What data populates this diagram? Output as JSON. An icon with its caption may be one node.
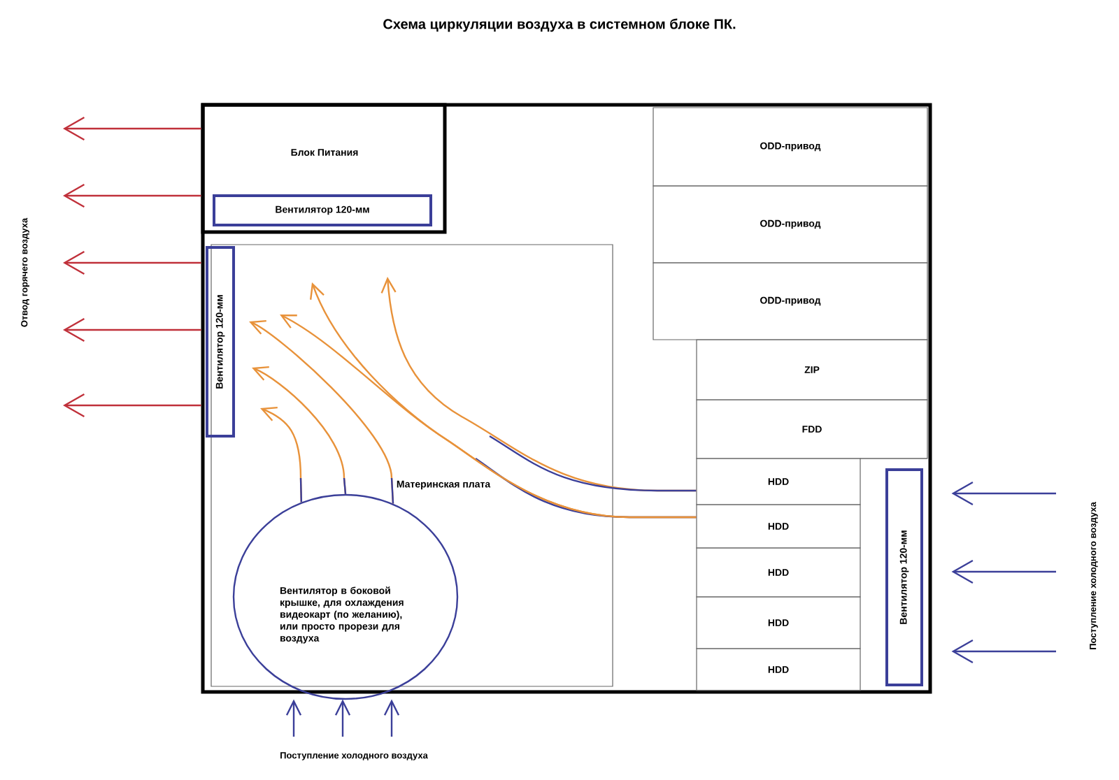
{
  "diagram": {
    "title": "Схема циркуляции воздуха в системном блоке ПК.",
    "nodes": [
      {
        "text": [],
        "shape": "box"
      },
      {
        "text": [
          "Блок Питания"
        ],
        "in": 0
      },
      {
        "text": [
          "Вентилятор 120-мм"
        ],
        "in": 1
      },
      {
        "text": [
          "Материнская плата"
        ],
        "in": 0
      },
      {
        "text": [
          "Вентилятор 120-мм"
        ],
        "in": 0
      },
      {
        "text": [
          "ODD-привод"
        ],
        "in": 0
      },
      {
        "text": [
          "ODD-привод"
        ],
        "in": 0
      },
      {
        "text": [
          "ODD-привод"
        ],
        "in": 0
      },
      {
        "text": [
          "ZIP"
        ],
        "in": 0
      },
      {
        "text": [
          "FDD"
        ],
        "in": 0
      },
      {
        "text": [
          "HDD"
        ],
        "in": 0
      },
      {
        "text": [
          "HDD"
        ],
        "in": 0
      },
      {
        "text": [
          "HDD"
        ],
        "in": 0
      },
      {
        "text": [
          "HDD"
        ],
        "in": 0
      },
      {
        "text": [
          "HDD"
        ],
        "in": 0
      },
      {
        "text": [
          "Вентилятор 120-мм"
        ],
        "in": 0
      },
      {
        "text": [
          "Вентилятор в боковой крышке, для охлаждения видеокарт (по желанию), или просто прорези для воздуха"
        ],
        "in": 3
      }
    ],
    "edges": [
      {
        "from": 0,
        "to": null,
        "arrow": "to",
        "color": "#c0303a"
      },
      {
        "from": 0,
        "to": null,
        "arrow": "to",
        "color": "#c0303a"
      },
      {
        "from": 0,
        "to": null,
        "arrow": "to",
        "color": "#c0303a"
      },
      {
        "from": 0,
        "to": null,
        "arrow": "to",
        "color": "#c0303a"
      },
      {
        "from": 0,
        "to": null,
        "arrow": "to",
        "color": "#c0303a"
      },
      {
        "from": null,
        "to": 0,
        "arrow": "to",
        "color": "#3b3f99"
      },
      {
        "from": null,
        "to": 0,
        "arrow": "to",
        "color": "#3b3f99"
      },
      {
        "from": null,
        "to": 0,
        "arrow": "to",
        "color": "#3b3f99"
      },
      {
        "from": null,
        "to": 0,
        "arrow": "to",
        "color": "#3b3f99"
      },
      {
        "from": null,
        "to": 0,
        "arrow": "to",
        "color": "#3b3f99"
      },
      {
        "from": null,
        "to": 0,
        "arrow": "to",
        "color": "#3b3f99"
      },
      {
        "from": 16,
        "to": null,
        "arrow": "to",
        "color": "#e8923a"
      },
      {
        "from": 16,
        "to": null,
        "arrow": "to",
        "color": "#e8923a"
      },
      {
        "from": 16,
        "to": null,
        "arrow": "to",
        "color": "#e8923a"
      },
      {
        "from": 10,
        "to": null,
        "arrow": "to",
        "color": "#e8923a"
      },
      {
        "from": 11,
        "to": null,
        "arrow": "to",
        "color": "#e8923a"
      },
      {
        "from": 11,
        "to": null,
        "arrow": "to",
        "color": "#e8923a"
      }
    ],
    "labels": [
      "Отвод горячего воздуха",
      "Поступление холодного воздуха",
      "Поступление холодного воздуха"
    ]
  }
}
